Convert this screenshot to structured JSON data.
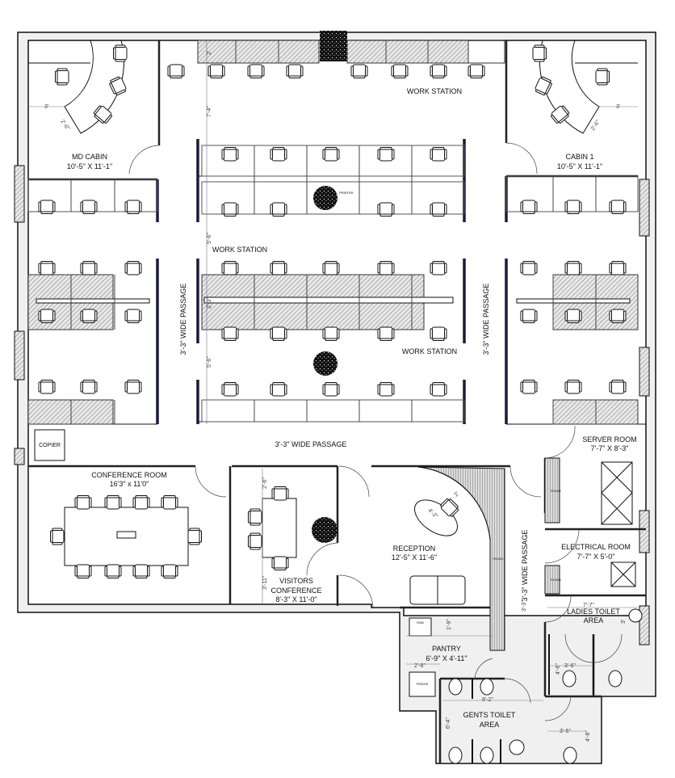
{
  "title": "Office Floor Plan",
  "rooms": {
    "md_cabin": {
      "name": "MD CABIN",
      "size": "10'-5\" X 11'-1\""
    },
    "cabin_1": {
      "name": "CABIN 1",
      "size": "10'-5\" X 11'-1\""
    },
    "conference": {
      "name": "CONFERENCE ROOM",
      "size": "16'3\" x 11'0\""
    },
    "visitors": {
      "name_line1": "VISITORS",
      "name_line2": "CONFERENCE",
      "size": "8'-3\" X 11'-0\""
    },
    "reception": {
      "name": "RECEPTION",
      "size": "12'-5\" X 11'-6\""
    },
    "server": {
      "name": "SERVER ROOM",
      "size": "7'-7\" X 8'-3\""
    },
    "electrical": {
      "name": "ELECTRICAL ROOM",
      "size": "7'-7\" X 5'-0\""
    },
    "ladies": {
      "name_line1": "LADIES TOILET",
      "name_line2": "AREA"
    },
    "pantry": {
      "name": "PANTRY",
      "size": "6'-9\" X 4'-11\""
    },
    "gents": {
      "name_line1": "GENTS TOILET",
      "name_line2": "AREA"
    }
  },
  "labels": {
    "work_station_top": "WORK STATION",
    "work_station_mid": "WORK STATION",
    "work_station_low": "WORK STATION",
    "passage_left": "3'-3\" WIDE PASSAGE",
    "passage_right": "3'-3\" WIDE PASSAGE",
    "passage_horizontal": "3'-3\" WIDE PASSAGE",
    "passage_reception": "3'-3\" WIDE PASSAGE",
    "copier": "COPIER",
    "printer": "PRINTER",
    "filing_server": "FILING",
    "filing_reception": "FILING",
    "filing_electrical": "FILING",
    "sink": "SINK",
    "fridge": "FRIDGE"
  },
  "dimensions": {
    "md_clear": "3'",
    "md_desk": "2'-6\"",
    "cabin_clear": "3'",
    "cabin_desk": "2'-6\"",
    "top_desk": "2'",
    "aisle_1": "7'-4\"",
    "aisle_2": "5'-6\"",
    "desk_center": "2'-3\"",
    "aisle_3": "5'-6\"",
    "visitors_top": "2'-6\"",
    "visitors_bottom": "3'-11\"",
    "reception_desk": "4'-2\"",
    "reception_chair": "2'",
    "pantry_sink": "1'-9\"",
    "pantry_fridge": "2'-8\"",
    "ladies_width": "7'-7\"",
    "ladies_basin": "3'",
    "ladies_stall_depth": "4'-6\"",
    "ladies_stall_width": "3'-6\"",
    "gents_width": "8'-2\"",
    "gents_depth": "6'-4\"",
    "gents_stall_width": "3'-5\"",
    "gents_stall_depth": "4'-8\"",
    "passage_width": "3'-3\""
  }
}
